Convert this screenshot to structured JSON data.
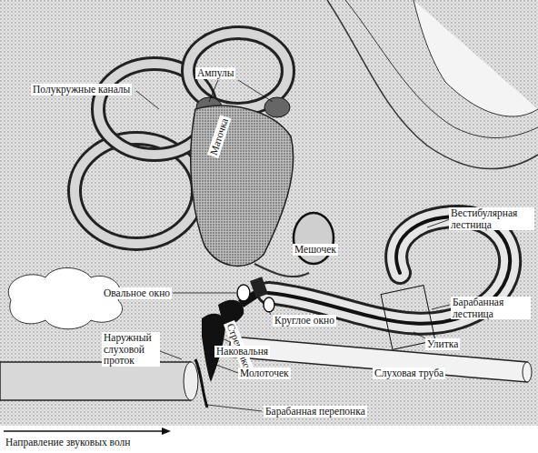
{
  "diagram": {
    "labels": [
      "Полукружные каналы",
      "Ампулы",
      "Маточка",
      "Мешочек",
      "Вестибулярная лестница",
      "Овальное окно",
      "Барабанная лестница",
      "Круглое окно",
      "Наружный слуховой проток",
      "Стремечко",
      "Наковальня",
      "Улитка",
      "Молоточек",
      "Слуховая труба",
      "Барабанная перепонка",
      "Направление звуковых волн"
    ]
  }
}
